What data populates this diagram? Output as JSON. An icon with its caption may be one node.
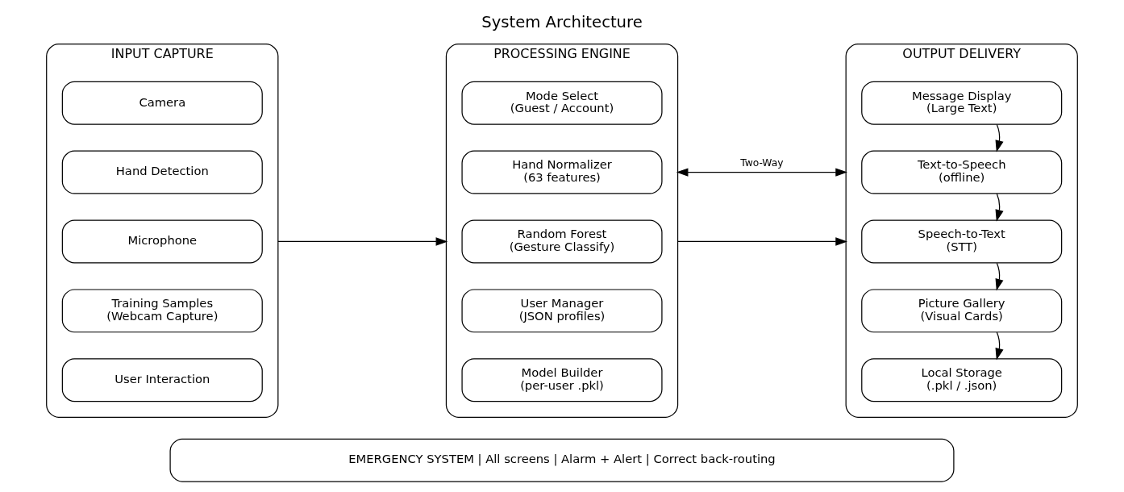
{
  "diagram": {
    "title": "System Architecture",
    "nodes": [
      {
        "text": [
          "INPUT CAPTURE"
        ]
      },
      {
        "text": [
          "Camera"
        ],
        "in": 0
      },
      {
        "text": [
          "Hand Detection"
        ],
        "in": 0
      },
      {
        "text": [
          "Microphone"
        ],
        "in": 0
      },
      {
        "text": [
          "Training Samples",
          "(Webcam Capture)"
        ],
        "in": 0
      },
      {
        "text": [
          "User Interaction"
        ],
        "in": 0
      },
      {
        "text": [
          "PROCESSING ENGINE"
        ]
      },
      {
        "text": [
          "Mode Select",
          "(Guest / Account)"
        ],
        "in": 6
      },
      {
        "text": [
          "Hand Normalizer",
          "(63 features)"
        ],
        "in": 6
      },
      {
        "text": [
          "Random Forest",
          "(Gesture Classify)"
        ],
        "in": 6
      },
      {
        "text": [
          "User Manager",
          "(JSON profiles)"
        ],
        "in": 6
      },
      {
        "text": [
          "Model Builder",
          "(per-user .pkl)"
        ],
        "in": 6
      },
      {
        "text": [
          "OUTPUT DELIVERY"
        ]
      },
      {
        "text": [
          "Message Display",
          "(Large Text)"
        ],
        "in": 12
      },
      {
        "text": [
          "Text-to-Speech",
          "(offline)"
        ],
        "in": 12
      },
      {
        "text": [
          "Speech-to-Text",
          "(STT)"
        ],
        "in": 12
      },
      {
        "text": [
          "Picture Gallery",
          "(Visual Cards)"
        ],
        "in": 12
      },
      {
        "text": [
          "Local Storage",
          "(.pkl / .json)"
        ],
        "in": 12
      },
      {
        "text": [
          "EMERGENCY SYSTEM | All screens | Alarm + Alert | Correct back-routing"
        ]
      }
    ],
    "edges": [
      {
        "from": 0,
        "to": 6,
        "arrow": "to"
      },
      {
        "from": 6,
        "to": 12,
        "arrow": "both",
        "label": "Two-Way"
      },
      {
        "from": 6,
        "to": 12,
        "arrow": "to"
      },
      {
        "from": 13,
        "to": 14,
        "arrow": "to"
      },
      {
        "from": 14,
        "to": 15,
        "arrow": "to"
      },
      {
        "from": 15,
        "to": 16,
        "arrow": "to"
      },
      {
        "from": 16,
        "to": 17,
        "arrow": "to"
      }
    ]
  }
}
